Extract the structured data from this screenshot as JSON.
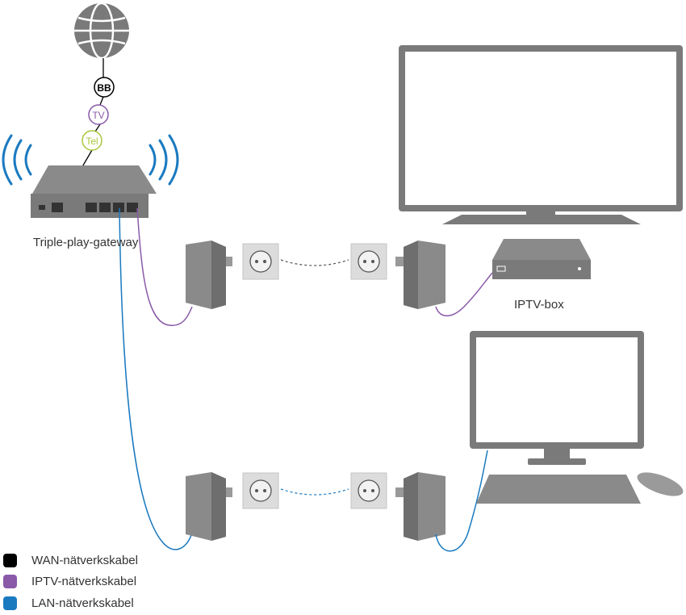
{
  "badges": {
    "bb": "BB",
    "tv": "TV",
    "tel": "Tel"
  },
  "labels": {
    "gateway": "Triple-play-gateway",
    "iptv_box": "IPTV-box"
  },
  "legend": [
    {
      "label": "WAN-nätverkskabel",
      "color": "#000000"
    },
    {
      "label": "IPTV-nätverkskabel",
      "color": "#8a5aa8"
    },
    {
      "label": "LAN-nätverkskabel",
      "color": "#1a7ac0"
    }
  ],
  "colors": {
    "device_gray": "#7a7a7a",
    "device_dark": "#5a5a5a",
    "wifi_blue": "#1a7ac0",
    "iptv_purple": "#8a5aa8",
    "lan_blue": "#1a7ac0",
    "tel_green": "#a8c83a",
    "outlet_bg": "#dcdcdc"
  },
  "icons": [
    "globe-icon",
    "wifi-waves-icon",
    "router-icon",
    "powerline-adapter-icon",
    "wall-outlet-icon",
    "tv-icon",
    "set-top-box-icon",
    "monitor-icon",
    "keyboard-icon",
    "mouse-icon"
  ]
}
